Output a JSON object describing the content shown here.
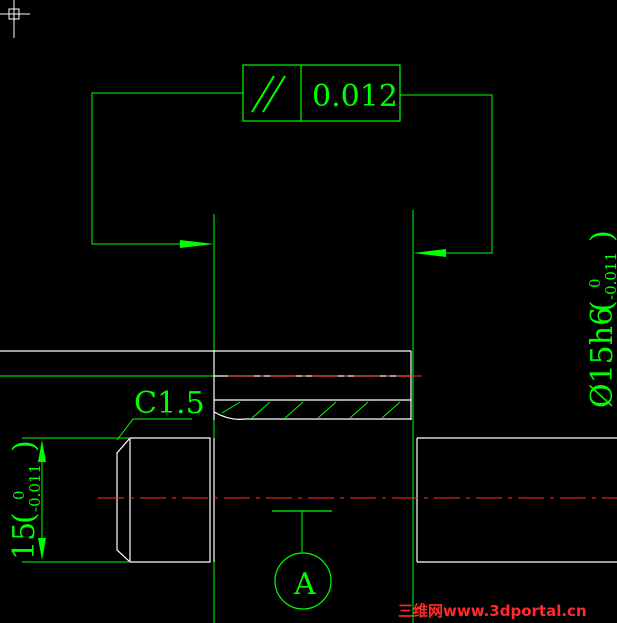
{
  "colors": {
    "background": "#000000",
    "annotation": "#00ff00",
    "outline": "#ffffff",
    "centerline": "#ff0000",
    "watermark": "#ff2a2a"
  },
  "tolerance_frame": {
    "symbol": "//",
    "symbol_name": "parallelism-icon",
    "value": "0.012"
  },
  "chamfer_label": "C1.5",
  "left_dim": {
    "nominal": "15",
    "upper": "0",
    "lower": "-0.011"
  },
  "right_dim": {
    "nominal": "Ø15h6",
    "upper": "0",
    "lower": "-0.011"
  },
  "datum_label": "A",
  "watermark": "三维网www.3dportal.cn"
}
